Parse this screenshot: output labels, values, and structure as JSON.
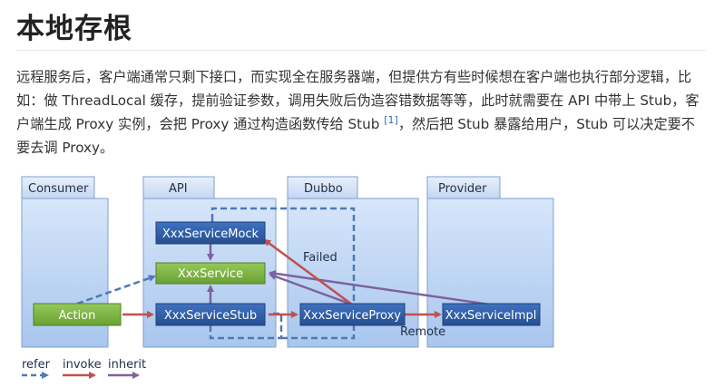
{
  "heading": "本地存根",
  "paragraph": {
    "text": "远程服务后，客户端通常只剩下接口，而实现全在服务器端，但提供方有些时候想在客户端也执行部分逻辑，比如：做 ThreadLocal 缓存，提前验证参数，调用失败后伪造容错数据等等，此时就需要在 API 中带上 Stub，客户端生成 Proxy 实例，会把 Proxy 通过构造函数传给 Stub ",
    "footnote": "[1]",
    "tail": "，然后把 Stub 暴露给用户，Stub 可以决定要不要去调 Proxy。"
  },
  "diagram": {
    "containers": {
      "consumer": "Consumer",
      "api": "API",
      "dubbo": "Dubbo",
      "provider": "Provider"
    },
    "nodes": {
      "mock": "XxxServiceMock",
      "service": "XxxService",
      "action": "Action",
      "stub": "XxxServiceStub",
      "proxy": "XxxServiceProxy",
      "impl": "XxxServiceImpl"
    },
    "labels": {
      "failed": "Failed",
      "remote": "Remote"
    },
    "legend": {
      "refer": "refer",
      "invoke": "invoke",
      "inherit": "inherit"
    },
    "colors": {
      "container_fill": "#c6daf5",
      "blue_node": "#2f5fa8",
      "green_node": "#7cb342",
      "refer": "#4d7ab3",
      "invoke": "#c0504d",
      "inherit": "#7d62a0"
    }
  }
}
